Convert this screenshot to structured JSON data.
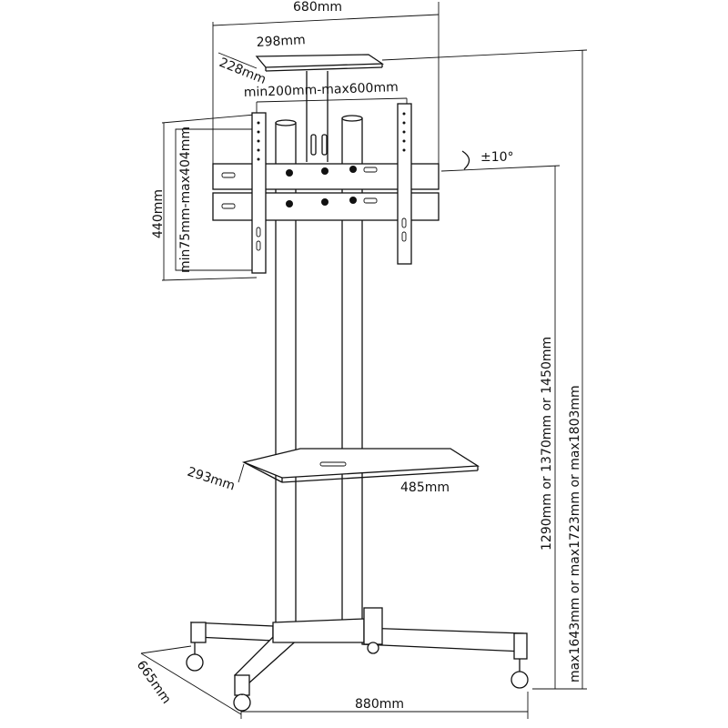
{
  "dimensions": {
    "total_width": "680mm",
    "top_shelf_width": "298mm",
    "top_shelf_depth": "228mm",
    "vesa_horizontal": "min200mm-max600mm",
    "tilt": "±10°",
    "bracket_height": "440mm",
    "vesa_vertical": "min75mm-max404mm",
    "mount_height": "1290mm or 1370mm or 1450mm",
    "total_height": "max1643mm or max1723mm or max1803mm",
    "middle_shelf_depth": "293mm",
    "middle_shelf_width": "485mm",
    "base_depth": "665mm",
    "base_width": "880mm"
  }
}
